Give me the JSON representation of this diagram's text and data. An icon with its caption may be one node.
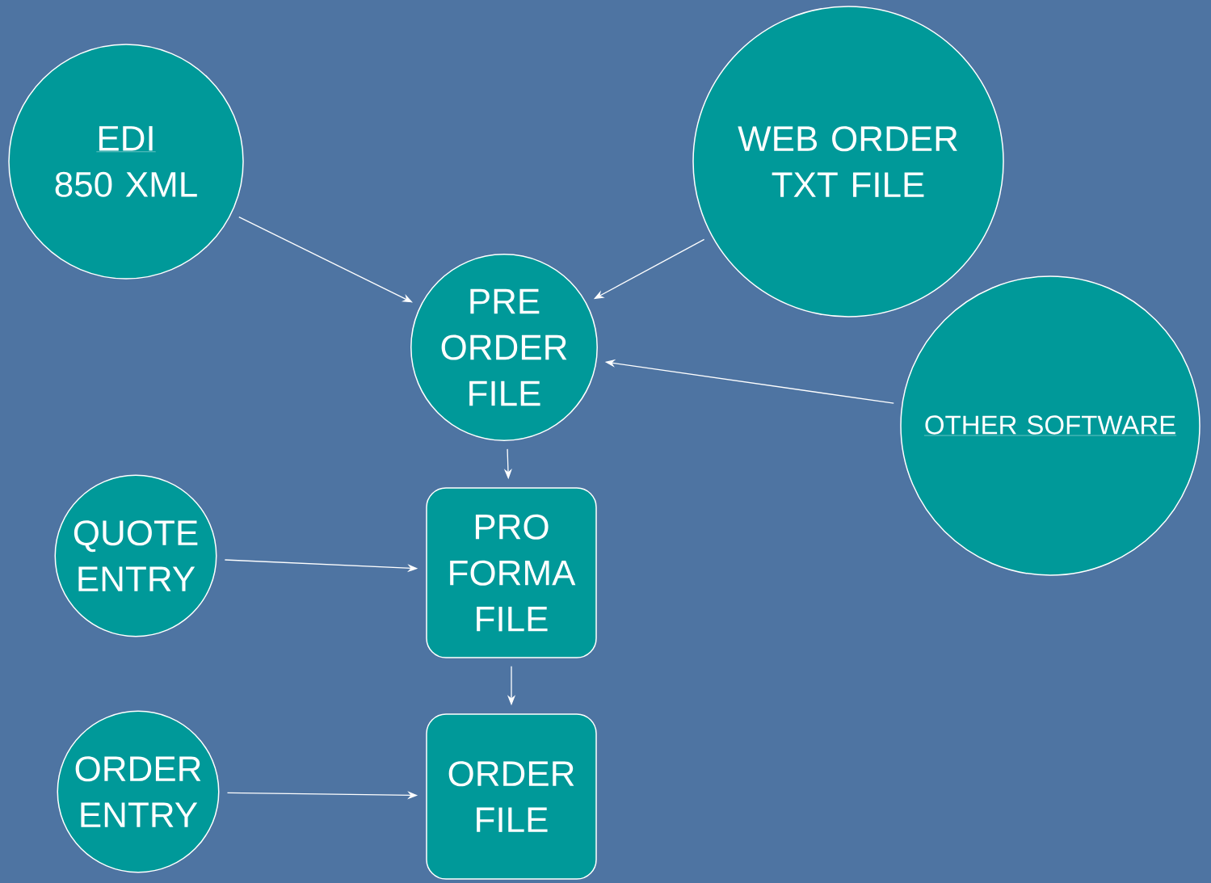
{
  "diagram": {
    "nodes": [
      {
        "text": [
          "EDI",
          "850 XML"
        ]
      },
      {
        "text": [
          "WEB ORDER TXT FILE"
        ]
      },
      {
        "text": [
          "PRE ORDER FILE"
        ]
      },
      {
        "text": [
          "OTHER SOFTWARE"
        ]
      },
      {
        "text": [
          "QUOTE ENTRY"
        ]
      },
      {
        "text": [
          "PRO FORMA FILE"
        ]
      },
      {
        "text": [
          "ORDER ENTRY"
        ]
      },
      {
        "text": [
          "ORDER FILE"
        ]
      }
    ],
    "edges": [
      {
        "from": 0,
        "to": 2,
        "arrow": "to"
      },
      {
        "from": 1,
        "to": 2,
        "arrow": "to"
      },
      {
        "from": 3,
        "to": 2,
        "arrow": "to"
      },
      {
        "from": 2,
        "to": 5,
        "arrow": "to"
      },
      {
        "from": 4,
        "to": 5,
        "arrow": "to"
      },
      {
        "from": 5,
        "to": 7,
        "arrow": "to"
      },
      {
        "from": 6,
        "to": 7,
        "arrow": "to"
      }
    ]
  }
}
